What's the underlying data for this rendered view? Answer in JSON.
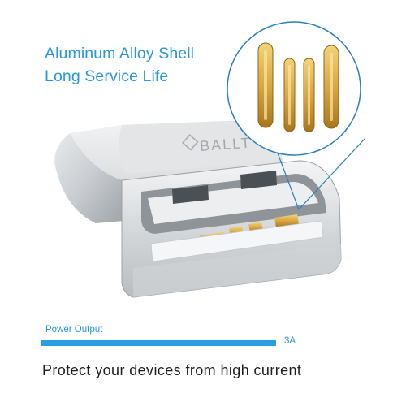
{
  "headline": {
    "line1": "Aluminum Alloy Shell",
    "line2": "Long Service Life"
  },
  "product": {
    "brand_mark": "BALLT",
    "pin_icon": "usb-contact-pins-icon"
  },
  "power": {
    "label": "Power Output",
    "value": "3A",
    "fill_fraction": 1.0
  },
  "footer": {
    "text": "Protect your devices from high current"
  },
  "colors": {
    "accent": "#2a97dd",
    "gold": "#d9a743",
    "metal": "#d7dadd"
  }
}
